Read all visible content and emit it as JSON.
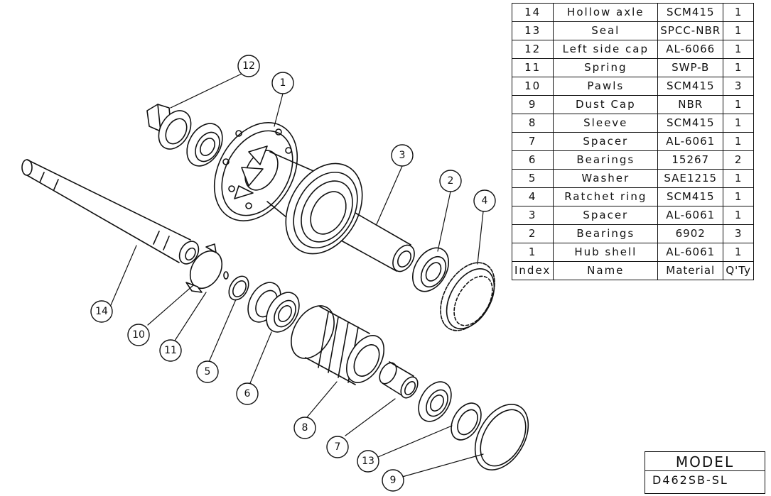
{
  "bom": {
    "rows": [
      {
        "index": "14",
        "name": "Hollow axle",
        "material": "SCM415",
        "qty": "1"
      },
      {
        "index": "13",
        "name": "Seal",
        "material": "SPCC-NBR",
        "qty": "1"
      },
      {
        "index": "12",
        "name": "Left side cap",
        "material": "AL-6066",
        "qty": "1"
      },
      {
        "index": "11",
        "name": "Spring",
        "material": "SWP-B",
        "qty": "1"
      },
      {
        "index": "10",
        "name": "Pawls",
        "material": "SCM415",
        "qty": "3"
      },
      {
        "index": "9",
        "name": "Dust Cap",
        "material": "NBR",
        "qty": "1"
      },
      {
        "index": "8",
        "name": "Sleeve",
        "material": "SCM415",
        "qty": "1"
      },
      {
        "index": "7",
        "name": "Spacer",
        "material": "AL-6061",
        "qty": "1"
      },
      {
        "index": "6",
        "name": "Bearings",
        "material": "15267",
        "qty": "2"
      },
      {
        "index": "5",
        "name": "Washer",
        "material": "SAE1215",
        "qty": "1"
      },
      {
        "index": "4",
        "name": "Ratchet ring",
        "material": "SCM415",
        "qty": "1"
      },
      {
        "index": "3",
        "name": "Spacer",
        "material": "AL-6061",
        "qty": "1"
      },
      {
        "index": "2",
        "name": "Bearings",
        "material": "6902",
        "qty": "3"
      },
      {
        "index": "1",
        "name": "Hub shell",
        "material": "AL-6061",
        "qty": "1"
      }
    ],
    "header": {
      "index": "Index",
      "name": "Name",
      "material": "Material",
      "qty": "Q'Ty"
    }
  },
  "model": {
    "label": "MODEL",
    "value": "D462SB-SL"
  },
  "balloons": {
    "b1": "1",
    "b2": "2",
    "b3": "3",
    "b4": "4",
    "b5": "5",
    "b6": "6",
    "b7": "7",
    "b8": "8",
    "b9": "9",
    "b10": "10",
    "b11": "11",
    "b12": "12",
    "b13": "13",
    "b14": "14"
  }
}
